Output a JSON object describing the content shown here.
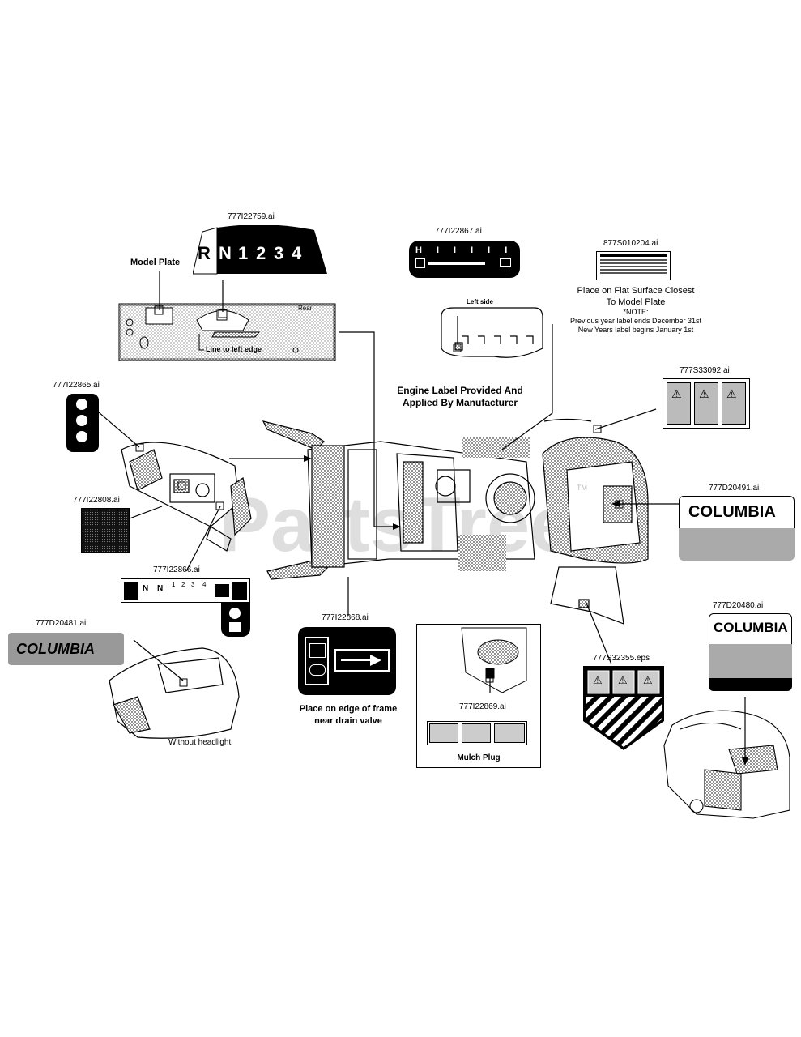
{
  "labels": {
    "l_22759": "777I22759.ai",
    "l_22867": "777I22867.ai",
    "l_010204": "877S010204.ai",
    "l_33092": "777S33092.ai",
    "l_22865": "777I22865.ai",
    "l_22808": "777I22808.ai",
    "l_22866": "777I22866.ai",
    "l_20481_left": "777D20481.ai",
    "l_20491": "777D20491.ai",
    "l_22868": "777I22868.ai",
    "l_22869": "777I22869.ai",
    "l_32355": "777S32355.eps",
    "l_20480": "777D20480.ai"
  },
  "shift_label": [
    "R",
    "N",
    "1",
    "2",
    "3",
    "4"
  ],
  "gauge_marks": [
    "H",
    "I",
    "I",
    "I",
    "I",
    "I"
  ],
  "text": {
    "model_plate": "Model Plate",
    "rear": "Rear",
    "line_to_left_edge": "Line to left edge",
    "left_side": "Left side",
    "engine_label": "Engine Label Provided And\nApplied By Manufacturer",
    "place_flat": "Place on Flat Surface Closest\nTo Model Plate",
    "note": "*NOTE:",
    "prev_year": "Previous year label ends December 31st",
    "new_year": "New Years label begins January 1st",
    "place_frame": "Place on edge of frame\nnear drain valve",
    "mulch_plug": "Mulch Plug",
    "without_headlight": "Without headlight",
    "columbia": "COLUMBIA",
    "watermark": "PartsTree",
    "tm": "TM"
  },
  "colors": {
    "ink": "#000000",
    "watermark": "#d9d9d9",
    "stipple": "#9a9a9a"
  }
}
